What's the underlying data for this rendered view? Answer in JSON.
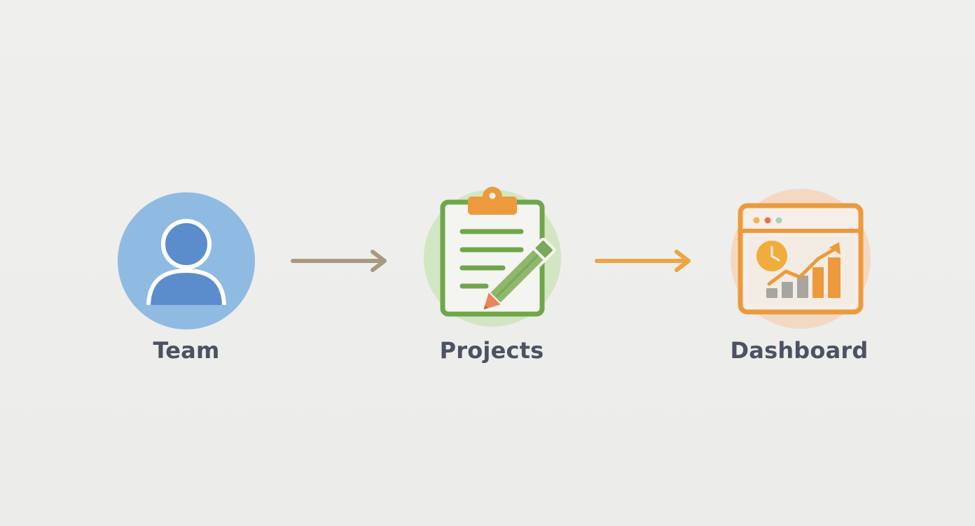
{
  "nodes": [
    {
      "id": "team",
      "label": "Team",
      "icon": "person-icon",
      "accent": "#5b8fcf",
      "halo": "#8fbbe3"
    },
    {
      "id": "projects",
      "label": "Projects",
      "icon": "clipboard-pencil-icon",
      "accent": "#6fa64a",
      "halo": "#d3e6c4"
    },
    {
      "id": "dashboard",
      "label": "Dashboard",
      "icon": "analytics-dashboard-icon",
      "accent": "#ec9a3c",
      "halo": "#f3d9c3"
    }
  ],
  "edges": [
    {
      "from": "team",
      "to": "projects",
      "color": "#a89a80"
    },
    {
      "from": "projects",
      "to": "dashboard",
      "color": "#eca540"
    }
  ]
}
